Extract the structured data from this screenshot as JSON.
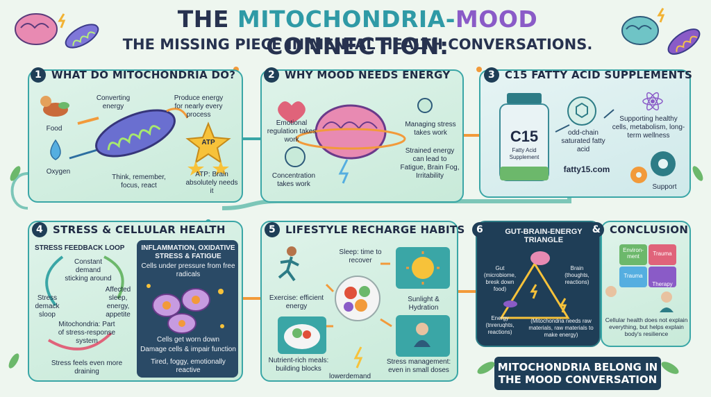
{
  "title": {
    "line1_prefix": "THE ",
    "line1_mito": "MITOCHONDRIA",
    "line1_dash": "-",
    "line1_mood": "MOOD",
    "line1_suffix": " CONNECTION:",
    "line2": "THE MISSING PIECE IN MENTAL HEALTH CONVERSATIONS."
  },
  "panels": [
    {
      "num": "1",
      "title": "WHAT DO MITOCHONDRIA DO?",
      "labels": {
        "food": "Food",
        "converting": "Converting energy",
        "produce": "Produce energy for nearly every process",
        "atp": "ATP",
        "oxygen": "Oxygen",
        "think": "Think, remember, focus, react",
        "atp_brain": "ATP: Brain absolutely needs it"
      }
    },
    {
      "num": "2",
      "title": "WHY MOOD NEEDS ENERGY",
      "labels": {
        "emotional": "Emotional regulation takes work",
        "concentration": "Concentration takes work",
        "managing": "Managing stress takes work",
        "strained": "Strained energy can lead to Fatigue, Brain Fog, Irritability"
      }
    },
    {
      "num": "3",
      "title": "C15 FATTY ACID SUPPLEMENTS",
      "labels": {
        "bottle_big": "C15",
        "bottle_small": "Fatty Acid Supplement",
        "odd_chain": "odd-chain saturated fatty acid",
        "supporting": "Supporting healthy cells, metabolism, long-term wellness",
        "website": "fatty15.com",
        "support": "Support"
      }
    },
    {
      "num": "4",
      "title": "STRESS & CELLULAR HEALTH",
      "labels": {
        "loop_title": "STRESS FEEDBACK LOOP",
        "constant": "Constant demand sticking around",
        "affected": "Affected sleep, energy, appetite",
        "stress_demand": "Stress demack sloop",
        "mito_part": "Mitochondria: Part of stress-response system",
        "feels": "Stress feels even more draining",
        "inflam_title": "INFLAMMATION, OXIDATIVE STRESS & FATIGUE",
        "cells_pressure": "Cells under pressure from free radicals",
        "worn": "Cells get worn down",
        "damage": "Damage cells & impair function",
        "tired": "Tired, foggy, emotionally reactive"
      }
    },
    {
      "num": "5",
      "title": "LIFESTYLE RECHARGE HABITS",
      "labels": {
        "sleep": "Sleep: time to recover",
        "exercise": "Exercise: efficient energy",
        "sunlight": "Sunlight & Hydration",
        "nutrient": "Nutrient-rich meals: building blocks",
        "stress_mgmt": "Stress management: even in small doses",
        "lowerdemand": "lowerdemand"
      }
    },
    {
      "num": "6",
      "title": "GUT-BRAIN-ENERGY TRIANGLE",
      "labels": {
        "gut": "Gut (microbiome, bresk down food)",
        "brain": "Brain (thoughts, reactions)",
        "energy": "Energy (tnreruqhts, reactions)",
        "mito_needs": "(Mitochondria needs raw materials, raw materials to make energy)"
      }
    },
    {
      "num": "&",
      "title": "CONCLUSION",
      "labels": {
        "environment": "Environ-ment",
        "trauma1": "Trauma",
        "trauma2": "Trauma",
        "therapy": "Therapy",
        "cellular": "Cellular health does not explain everything, but helps explain body's resilience"
      }
    }
  ],
  "banner": "MITOCHONDRIA BELONG IN THE MOOD CONVERSATION",
  "colors": {
    "teal": "#3aa6a6",
    "navy": "#1f3e57",
    "purple": "#8a5bc7",
    "orange": "#f29a3a",
    "green": "#6cb86b"
  }
}
